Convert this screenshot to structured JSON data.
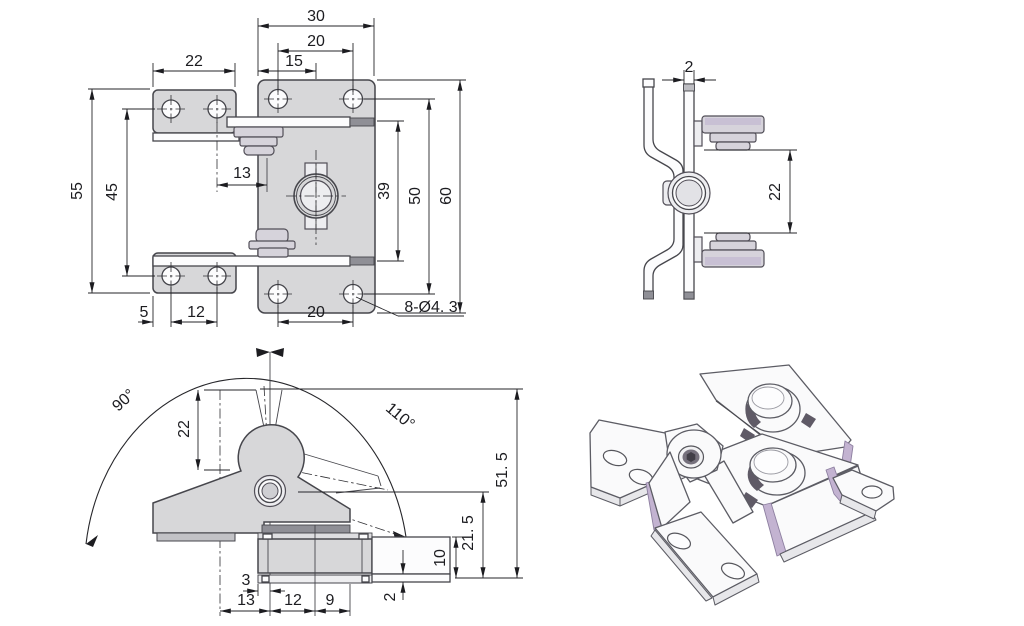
{
  "colors": {
    "background": "#ffffff",
    "outline": "#46464c",
    "part_fill": "#d7d7d9",
    "white_part": "#fcfcfd",
    "bushing_fill": "#d6d3db",
    "dark_band": "#8f8f96",
    "dim_line": "#26262a",
    "purple_edge": "#c3b3d1",
    "iso_face": "#fafafb"
  },
  "front": {
    "w30": "30",
    "w20": "20",
    "w15": "15",
    "w22": "22",
    "h55": "55",
    "h45": "45",
    "d13": "13",
    "h39": "39",
    "h50": "50",
    "h60": "60",
    "b5": "5",
    "b12": "12",
    "b20": "20",
    "holes": "8-Ø4. 3"
  },
  "side": {
    "t2": "2",
    "g22": "22"
  },
  "profile": {
    "a90": "90°",
    "a110": "110°",
    "v22": "22",
    "h51": "51. 5",
    "h21": "21. 5",
    "h10": "10",
    "t2": "2",
    "o3": "3",
    "b13": "13",
    "b12": "12",
    "b9": "9"
  }
}
